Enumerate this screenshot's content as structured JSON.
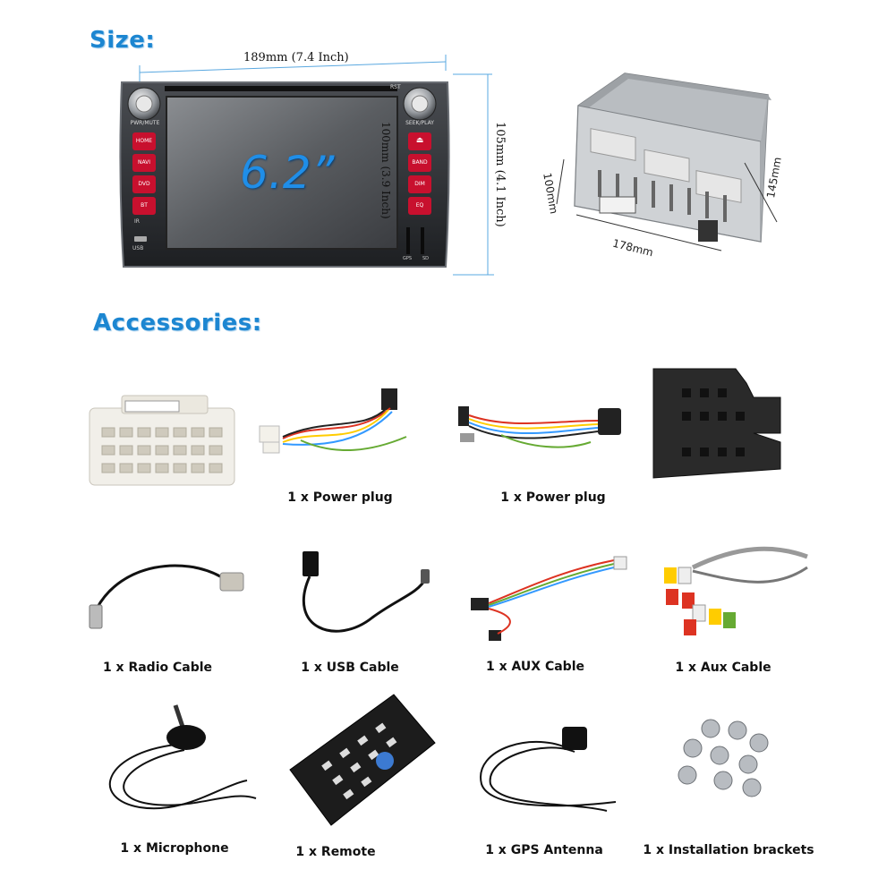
{
  "headings": {
    "size": "Size:",
    "accessories": "Accessories:"
  },
  "front_unit": {
    "width_label": "189mm (7.4 Inch)",
    "height_label": "105mm (4.1 Inch)",
    "screen_height_label": "100mm (3.9 Inch)",
    "screen_size": "6.2”",
    "knob_left_label": "PWR/MUTE",
    "knob_right_label": "SEEK/PLAY",
    "rst_label": "RST",
    "left_buttons": [
      "HOME",
      "NAVI",
      "DVD",
      "BT"
    ],
    "right_buttons": [
      "⏏",
      "BAND",
      "DIM",
      "EQ"
    ],
    "usb_label": "USB",
    "ir_label": "IR",
    "gps_label": "GPS",
    "sd_label": "SD"
  },
  "rear_unit": {
    "depth_label": "100mm",
    "width_label": "178mm",
    "height_label": "145mm"
  },
  "accessories": [
    "1 x Power plug",
    "1 x Power plug",
    "1 x Radio Cable",
    "1 x USB Cable",
    "1 x AUX Cable",
    "1 x Aux Cable",
    "1 x Microphone",
    "1 x Remote",
    "1 x GPS Antenna",
    "1 x Installation brackets"
  ],
  "colors": {
    "heading": "#1c86d1",
    "dimension_line": "#5aa8e0",
    "screen_text": "#1f8ee8",
    "button_red": "#c8102e"
  }
}
